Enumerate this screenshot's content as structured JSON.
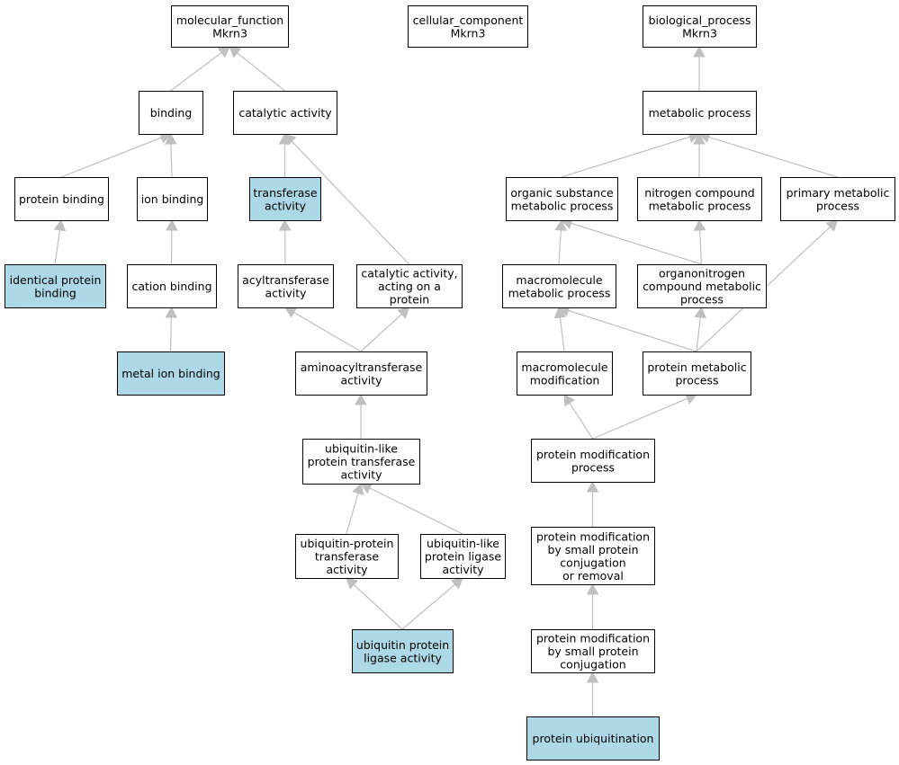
{
  "colors": {
    "highlight": "#add8e6",
    "default": "#ffffff",
    "edge": "#c0c0c0",
    "border": "#000000"
  },
  "nodes": [
    {
      "id": "mf",
      "lines": [
        "molecular_function",
        "Mkrn3"
      ],
      "highlight": false
    },
    {
      "id": "cc",
      "lines": [
        "cellular_component",
        "Mkrn3"
      ],
      "highlight": false
    },
    {
      "id": "bp",
      "lines": [
        "biological_process",
        "Mkrn3"
      ],
      "highlight": false
    },
    {
      "id": "binding",
      "lines": [
        "binding"
      ],
      "highlight": false
    },
    {
      "id": "catalytic",
      "lines": [
        "catalytic activity"
      ],
      "highlight": false
    },
    {
      "id": "protein_binding",
      "lines": [
        "protein binding"
      ],
      "highlight": false
    },
    {
      "id": "ion_binding",
      "lines": [
        "ion binding"
      ],
      "highlight": false
    },
    {
      "id": "transferase",
      "lines": [
        "transferase",
        "activity"
      ],
      "highlight": true
    },
    {
      "id": "identical",
      "lines": [
        "identical protein",
        "binding"
      ],
      "highlight": true
    },
    {
      "id": "cation",
      "lines": [
        "cation binding"
      ],
      "highlight": false
    },
    {
      "id": "acyltransferase",
      "lines": [
        "acyltransferase",
        "activity"
      ],
      "highlight": false
    },
    {
      "id": "cat_protein",
      "lines": [
        "catalytic activity,",
        "acting on a",
        "protein"
      ],
      "highlight": false
    },
    {
      "id": "metal",
      "lines": [
        "metal ion binding"
      ],
      "highlight": true
    },
    {
      "id": "aminoacyl",
      "lines": [
        "aminoacyltransferase",
        "activity"
      ],
      "highlight": false
    },
    {
      "id": "ubl_transferase",
      "lines": [
        "ubiquitin-like",
        "protein transferase",
        "activity"
      ],
      "highlight": false
    },
    {
      "id": "ub_transferase",
      "lines": [
        "ubiquitin-protein",
        "transferase",
        "activity"
      ],
      "highlight": false
    },
    {
      "id": "ubl_ligase",
      "lines": [
        "ubiquitin-like",
        "protein ligase",
        "activity"
      ],
      "highlight": false
    },
    {
      "id": "ub_ligase",
      "lines": [
        "ubiquitin protein",
        "ligase activity"
      ],
      "highlight": true
    },
    {
      "id": "metabolic",
      "lines": [
        "metabolic process"
      ],
      "highlight": false
    },
    {
      "id": "organic",
      "lines": [
        "organic substance",
        "metabolic process"
      ],
      "highlight": false
    },
    {
      "id": "nitrogen",
      "lines": [
        "nitrogen compound",
        "metabolic process"
      ],
      "highlight": false
    },
    {
      "id": "primary",
      "lines": [
        "primary metabolic",
        "process"
      ],
      "highlight": false
    },
    {
      "id": "macromol_met",
      "lines": [
        "macromolecule",
        "metabolic process"
      ],
      "highlight": false
    },
    {
      "id": "organonitrogen",
      "lines": [
        "organonitrogen",
        "compound metabolic",
        "process"
      ],
      "highlight": false
    },
    {
      "id": "macromol_mod",
      "lines": [
        "macromolecule",
        "modification"
      ],
      "highlight": false
    },
    {
      "id": "protein_met",
      "lines": [
        "protein metabolic",
        "process"
      ],
      "highlight": false
    },
    {
      "id": "prot_mod",
      "lines": [
        "protein modification",
        "process"
      ],
      "highlight": false
    },
    {
      "id": "prot_mod_small_rem",
      "lines": [
        "protein modification",
        "by small protein",
        "conjugation",
        "or removal"
      ],
      "highlight": false
    },
    {
      "id": "prot_mod_small",
      "lines": [
        "protein modification",
        "by small protein",
        "conjugation"
      ],
      "highlight": false
    },
    {
      "id": "ubiquitination",
      "lines": [
        "protein ubiquitination"
      ],
      "highlight": true
    }
  ],
  "edges": [
    {
      "from": "binding",
      "to": "mf"
    },
    {
      "from": "catalytic",
      "to": "mf"
    },
    {
      "from": "protein_binding",
      "to": "binding"
    },
    {
      "from": "ion_binding",
      "to": "binding"
    },
    {
      "from": "transferase",
      "to": "catalytic"
    },
    {
      "from": "cat_protein",
      "to": "catalytic"
    },
    {
      "from": "identical",
      "to": "protein_binding"
    },
    {
      "from": "cation",
      "to": "ion_binding"
    },
    {
      "from": "metal",
      "to": "cation"
    },
    {
      "from": "acyltransferase",
      "to": "transferase"
    },
    {
      "from": "aminoacyl",
      "to": "acyltransferase"
    },
    {
      "from": "aminoacyl",
      "to": "cat_protein"
    },
    {
      "from": "ubl_transferase",
      "to": "aminoacyl"
    },
    {
      "from": "ub_transferase",
      "to": "ubl_transferase"
    },
    {
      "from": "ubl_ligase",
      "to": "ubl_transferase"
    },
    {
      "from": "ub_ligase",
      "to": "ub_transferase"
    },
    {
      "from": "ub_ligase",
      "to": "ubl_ligase"
    },
    {
      "from": "metabolic",
      "to": "bp"
    },
    {
      "from": "organic",
      "to": "metabolic"
    },
    {
      "from": "nitrogen",
      "to": "metabolic"
    },
    {
      "from": "primary",
      "to": "metabolic"
    },
    {
      "from": "macromol_met",
      "to": "organic"
    },
    {
      "from": "organonitrogen",
      "to": "organic"
    },
    {
      "from": "organonitrogen",
      "to": "nitrogen"
    },
    {
      "from": "macromol_mod",
      "to": "macromol_met"
    },
    {
      "from": "protein_met",
      "to": "macromol_met"
    },
    {
      "from": "protein_met",
      "to": "organonitrogen"
    },
    {
      "from": "protein_met",
      "to": "primary"
    },
    {
      "from": "prot_mod",
      "to": "macromol_mod"
    },
    {
      "from": "prot_mod",
      "to": "protein_met"
    },
    {
      "from": "prot_mod_small_rem",
      "to": "prot_mod"
    },
    {
      "from": "prot_mod_small",
      "to": "prot_mod_small_rem"
    },
    {
      "from": "ubiquitination",
      "to": "prot_mod_small"
    }
  ]
}
